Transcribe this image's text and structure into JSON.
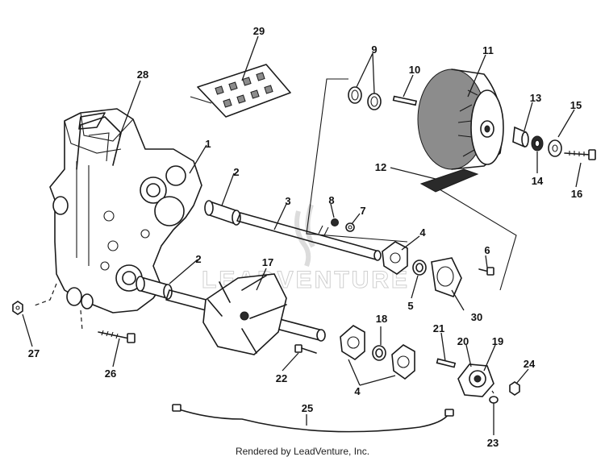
{
  "diagram": {
    "callouts": [
      {
        "id": "c1",
        "label": "1"
      },
      {
        "id": "c2a",
        "label": "2"
      },
      {
        "id": "c2b",
        "label": "2"
      },
      {
        "id": "c3",
        "label": "3"
      },
      {
        "id": "c4a",
        "label": "4"
      },
      {
        "id": "c4b",
        "label": "4"
      },
      {
        "id": "c5",
        "label": "5"
      },
      {
        "id": "c6",
        "label": "6"
      },
      {
        "id": "c7",
        "label": "7"
      },
      {
        "id": "c8",
        "label": "8"
      },
      {
        "id": "c9",
        "label": "9"
      },
      {
        "id": "c10",
        "label": "10"
      },
      {
        "id": "c11",
        "label": "11"
      },
      {
        "id": "c12",
        "label": "12"
      },
      {
        "id": "c13",
        "label": "13"
      },
      {
        "id": "c14",
        "label": "14"
      },
      {
        "id": "c15",
        "label": "15"
      },
      {
        "id": "c16",
        "label": "16"
      },
      {
        "id": "c17",
        "label": "17"
      },
      {
        "id": "c18",
        "label": "18"
      },
      {
        "id": "c19",
        "label": "19"
      },
      {
        "id": "c20",
        "label": "20"
      },
      {
        "id": "c21",
        "label": "21"
      },
      {
        "id": "c22",
        "label": "22"
      },
      {
        "id": "c23",
        "label": "23"
      },
      {
        "id": "c24",
        "label": "24"
      },
      {
        "id": "c25",
        "label": "25"
      },
      {
        "id": "c26",
        "label": "26"
      },
      {
        "id": "c27",
        "label": "27"
      },
      {
        "id": "c28",
        "label": "28"
      },
      {
        "id": "c29",
        "label": "29"
      },
      {
        "id": "c30",
        "label": "30"
      }
    ],
    "watermark": "LEADVENTURE",
    "footer": "Rendered by LeadVenture, Inc."
  }
}
